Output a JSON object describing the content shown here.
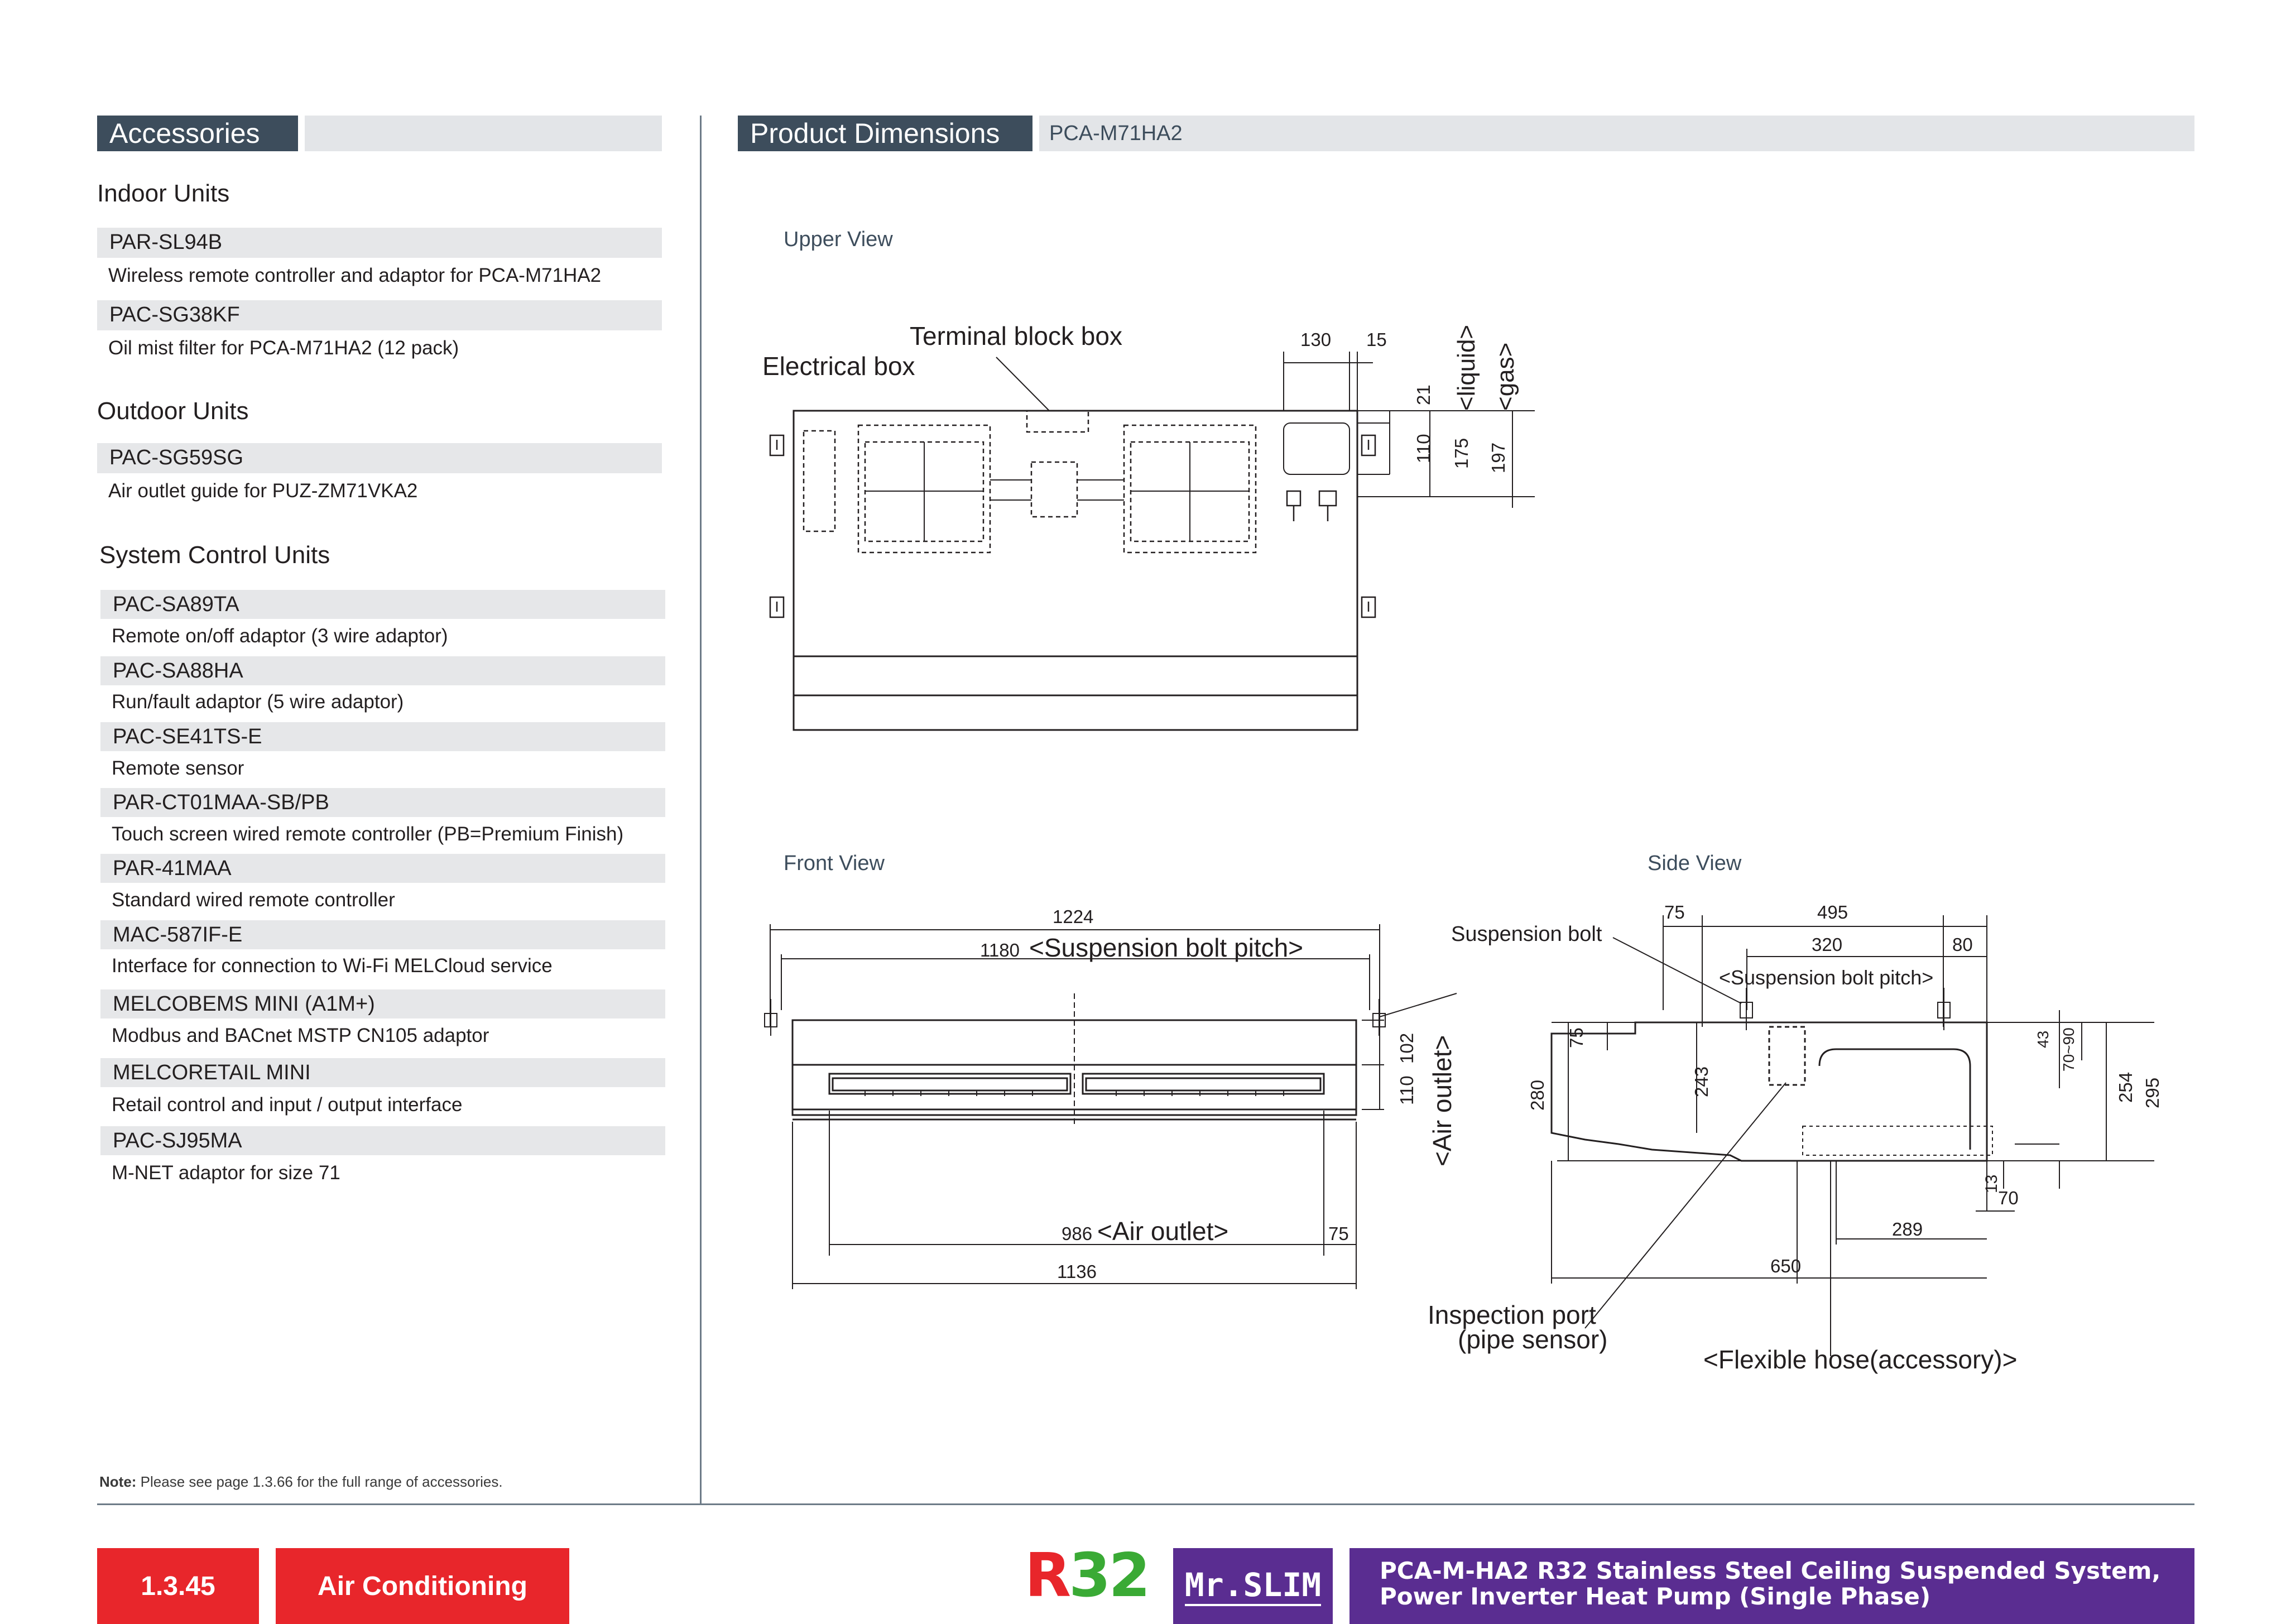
{
  "accessories": {
    "header": "Accessories",
    "groups": [
      {
        "title": "Indoor Units",
        "items": [
          {
            "code": "PAR-SL94B",
            "desc": "Wireless remote controller and adaptor for PCA-M71HA2"
          },
          {
            "code": "PAC-SG38KF",
            "desc": "Oil mist filter for PCA-M71HA2 (12 pack)"
          }
        ]
      },
      {
        "title": "Outdoor Units",
        "items": [
          {
            "code": "PAC-SG59SG",
            "desc": "Air outlet guide for PUZ-ZM71VKA2"
          }
        ]
      },
      {
        "title": "System Control Units",
        "items": [
          {
            "code": "PAC-SA89TA",
            "desc": "Remote on/off adaptor (3 wire adaptor)"
          },
          {
            "code": "PAC-SA88HA",
            "desc": "Run/fault adaptor (5 wire adaptor)"
          },
          {
            "code": "PAC-SE41TS-E",
            "desc": "Remote sensor"
          },
          {
            "code": "PAR-CT01MAA-SB/PB",
            "desc": "Touch screen wired remote controller (PB=Premium Finish)"
          },
          {
            "code": "PAR-41MAA",
            "desc": "Standard wired remote controller"
          },
          {
            "code": "MAC-587IF-E",
            "desc": "Interface for connection to Wi-Fi MELCloud service"
          },
          {
            "code": "MELCOBEMS MINI (A1M+)",
            "desc": "Modbus and BACnet MSTP CN105 adaptor"
          },
          {
            "code": "MELCORETAIL MINI",
            "desc": "Retail control and input / output interface"
          },
          {
            "code": "PAC-SJ95MA",
            "desc": "M-NET adaptor for size 71"
          }
        ]
      }
    ],
    "note_bold": "Note:",
    "note_text": " Please see page 1.3.66 for the full range of accessories."
  },
  "dimensions": {
    "header": "Product Dimensions",
    "model": "PCA-M71HA2",
    "upper_view": {
      "label": "Upper View",
      "terminal_block_box": "Terminal block box",
      "electrical_box": "Electrical box",
      "d130": "130",
      "d15": "15",
      "d21": "21",
      "d110": "110",
      "d175": "175",
      "d197": "197",
      "liquid": "<liquid>",
      "gas": "<gas>"
    },
    "front_view": {
      "label": "Front View",
      "d1224": "1224",
      "d1180": "1180",
      "suspension_pitch": "<Suspension bolt pitch>",
      "d102": "102",
      "d110": "110",
      "air_outlet_side": "<Air outlet>",
      "d986": "986",
      "air_outlet": "<Air outlet>",
      "d75": "75",
      "d1136": "1136"
    },
    "side_view": {
      "label": "Side View",
      "suspension_bolt": "Suspension bolt",
      "d75": "75",
      "d495": "495",
      "d320": "320",
      "d80": "80",
      "suspension_pitch": "<Suspension bolt pitch>",
      "d75b": "75",
      "d280": "280",
      "d243": "243",
      "d43": "43",
      "d7090": "70~90",
      "d254": "254",
      "d295": "295",
      "d13": "13",
      "d70": "70",
      "d289": "289",
      "d650": "650",
      "inspection_port": "Inspection port",
      "pipe_sensor": "(pipe sensor)",
      "flexible_hose": "<Flexible hose(accessory)>"
    }
  },
  "footer": {
    "page": "1.3.45",
    "section": "Air Conditioning",
    "logo_r32": "R32",
    "logo_mrslim": "Mr.SLIM",
    "title_line1": "PCA-M-HA2 R32 Stainless Steel Ceiling Suspended System,",
    "title_line2": "Power Inverter Heat Pump (Single Phase)"
  },
  "colors": {
    "header_dark": "#3d4d5c",
    "header_light": "#e3e5e8",
    "footer_red": "#e8262b",
    "footer_purple": "#5a2d91",
    "r32_red": "#e8262b",
    "r32_green": "#3aaa35"
  }
}
